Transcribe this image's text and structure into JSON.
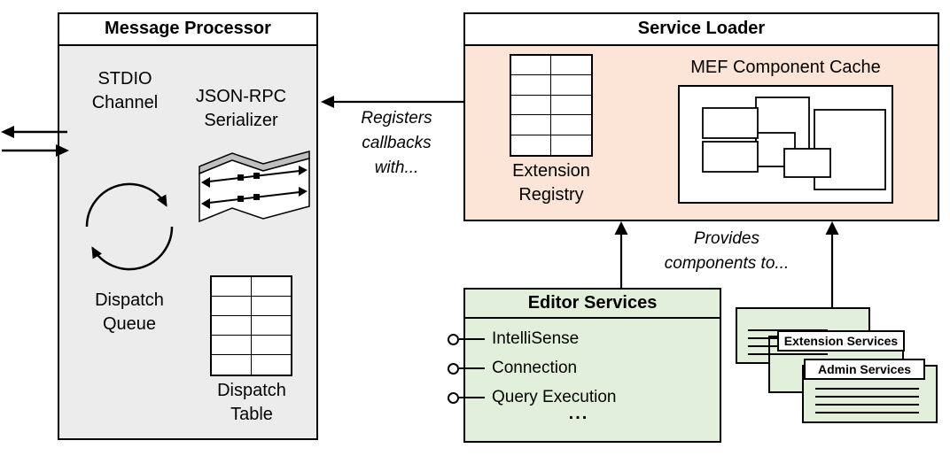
{
  "message_processor": {
    "title": "Message Processor",
    "stdio_channel_label": "STDIO\nChannel",
    "serializer_label": "JSON-RPC\nSerializer",
    "dispatch_queue_label": "Dispatch\nQueue",
    "dispatch_table_label": "Dispatch\nTable"
  },
  "service_loader": {
    "title": "Service Loader",
    "extension_registry_label": "Extension\nRegistry",
    "mef_cache_label": "MEF Component Cache"
  },
  "editor_services": {
    "title": "Editor Services",
    "items": [
      "IntelliSense",
      "Connection",
      "Query Execution"
    ],
    "ellipsis": "..."
  },
  "service_cards": {
    "extension_services_label": "Extension Services",
    "admin_services_label": "Admin Services"
  },
  "annotations": {
    "registers_callbacks": "Registers\ncallbacks\nwith...",
    "provides_components": "Provides\ncomponents to..."
  },
  "colors": {
    "gray": "#ececec",
    "peach": "#fce4d6",
    "green": "#e2efda",
    "ink": "#000000"
  }
}
